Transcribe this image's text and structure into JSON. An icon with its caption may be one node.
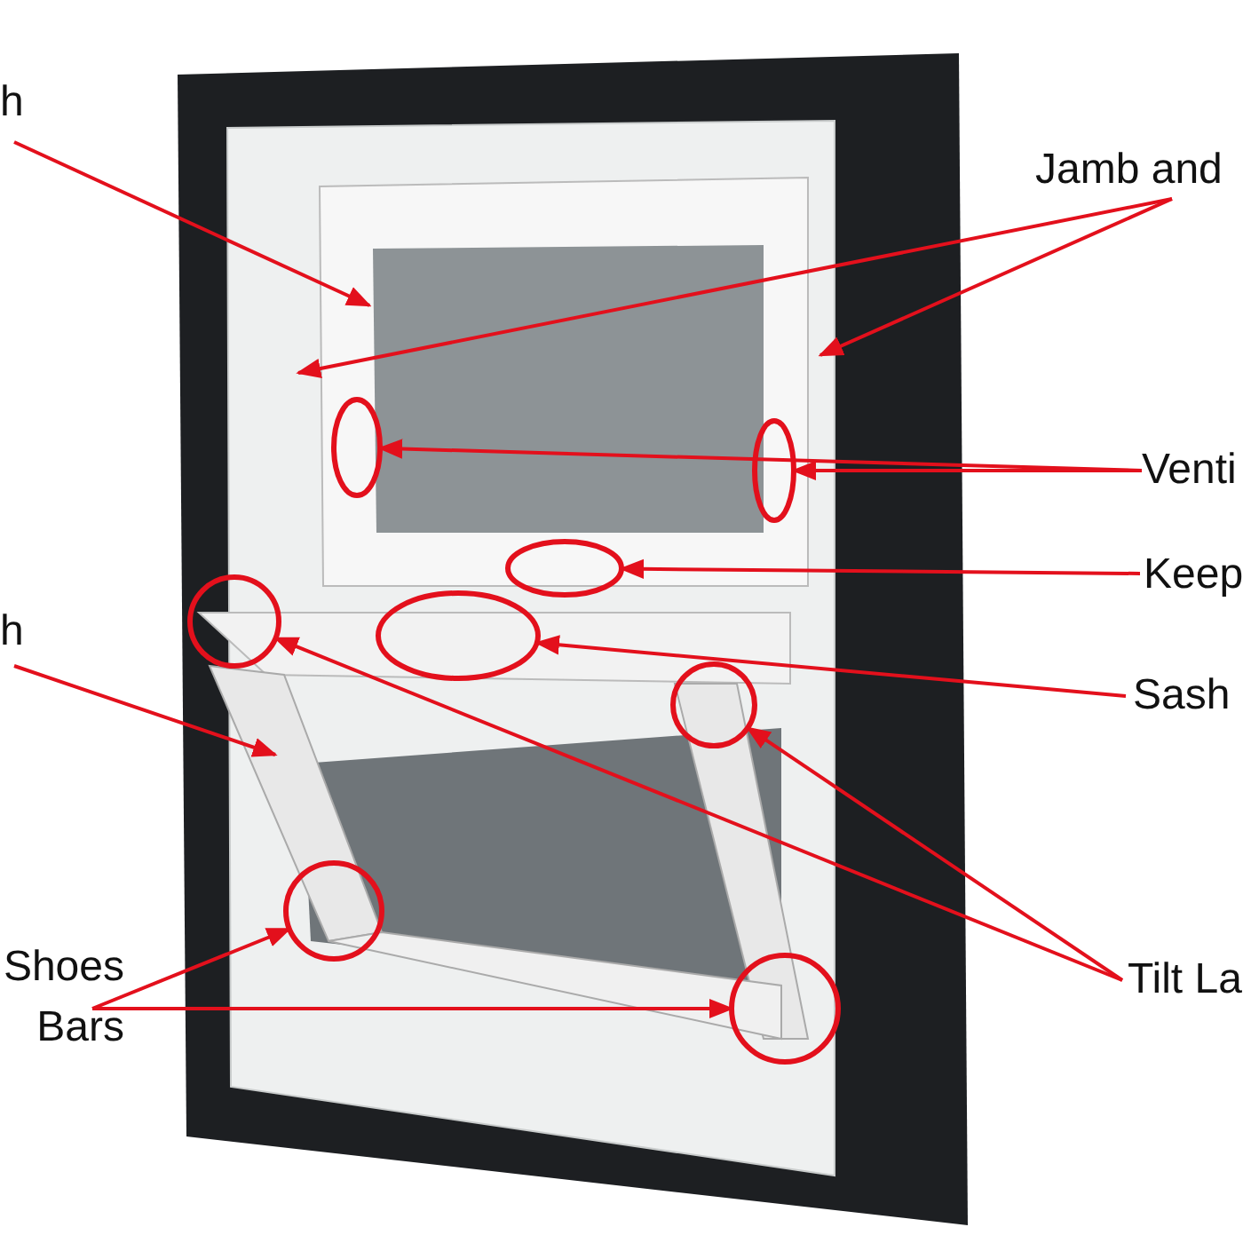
{
  "diagram": {
    "nodes": [
      {
        "text": [
          "h"
        ]
      },
      {
        "text": [
          "Jamb and"
        ]
      },
      {
        "text": [
          "Venti"
        ]
      },
      {
        "text": [
          "Keep"
        ]
      },
      {
        "text": [
          "Sash"
        ]
      },
      {
        "text": [
          "h"
        ]
      },
      {
        "text": [
          "Shoes Bars"
        ]
      },
      {
        "text": [
          "Tilt La"
        ]
      },
      {
        "text": [],
        "shape": "circle"
      },
      {
        "text": [],
        "shape": "circle"
      },
      {
        "text": [],
        "shape": "circle"
      },
      {
        "text": [],
        "shape": "circle"
      },
      {
        "text": [],
        "shape": "circle"
      },
      {
        "text": [],
        "shape": "circle"
      },
      {
        "text": [],
        "shape": "circle"
      },
      {
        "text": [],
        "shape": "circle"
      }
    ],
    "edges": [
      {
        "from": 0,
        "to": null,
        "arrow": "to"
      },
      {
        "from": 1,
        "to": null,
        "arrow": "to"
      },
      {
        "from": 1,
        "to": null,
        "arrow": "to"
      },
      {
        "from": 2,
        "to": 8,
        "arrow": "to"
      },
      {
        "from": 2,
        "to": 9,
        "arrow": "to"
      },
      {
        "from": 3,
        "to": 10,
        "arrow": "to"
      },
      {
        "from": 4,
        "to": 11,
        "arrow": "to"
      },
      {
        "from": 5,
        "to": null,
        "arrow": "to"
      },
      {
        "from": 6,
        "to": 14,
        "arrow": "to"
      },
      {
        "from": 6,
        "to": 15,
        "arrow": "to"
      },
      {
        "from": 7,
        "to": 12,
        "arrow": "to"
      },
      {
        "from": 7,
        "to": 13,
        "arrow": "to"
      }
    ]
  }
}
